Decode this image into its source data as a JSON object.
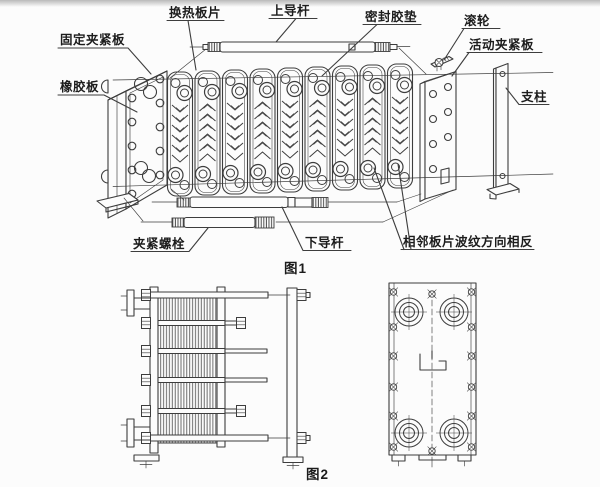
{
  "colors": {
    "line": "#3d3d3d",
    "text": "#1c1c1c",
    "background": "#fcfcfc"
  },
  "figure1": {
    "caption": "图1",
    "labels": {
      "fixed_clamping_plate": "固定夹紧板",
      "rubber_plate": "橡胶板",
      "heat_exchange_plate": "换热板片",
      "upper_guide_rod": "上导杆",
      "sealing_gasket": "密封胶垫",
      "roller": "滚轮",
      "movable_clamping_plate": "活动夹紧板",
      "support_column": "支柱",
      "clamping_bolt": "夹紧螺栓",
      "lower_guide_rod": "下导杆",
      "adjacent_plates_note": "相邻板片波纹方向相反"
    }
  },
  "figure2": {
    "caption": "图2"
  }
}
